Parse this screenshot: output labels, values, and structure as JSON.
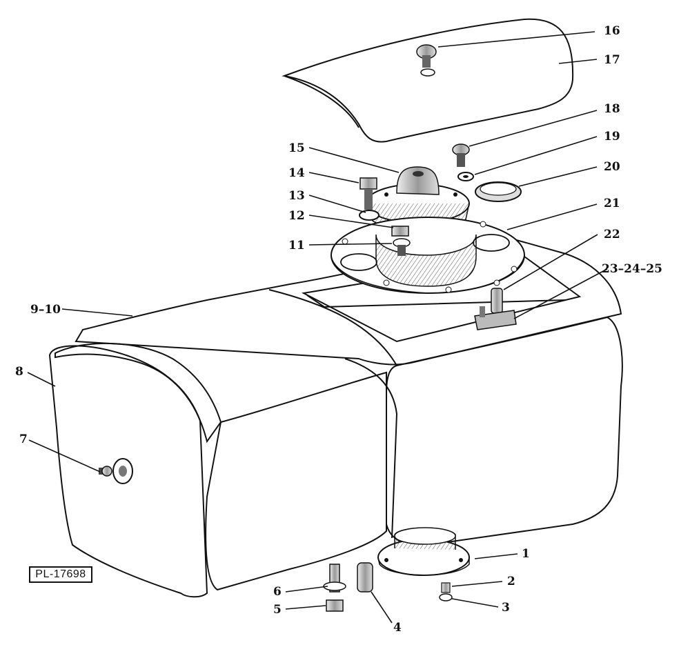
{
  "plate_code": "PL-17698",
  "callouts": {
    "c1": "1",
    "c2": "2",
    "c3": "3",
    "c4": "4",
    "c5": "5",
    "c6": "6",
    "c7": "7",
    "c8": "8",
    "c9_10": "9–10",
    "c11": "11",
    "c12": "12",
    "c13": "13",
    "c14": "14",
    "c15": "15",
    "c16": "16",
    "c17": "17",
    "c18": "18",
    "c19": "19",
    "c20": "20",
    "c21": "21",
    "c22": "22",
    "c23_24_25": "23–24–25"
  },
  "colors": {
    "ink": "#111111",
    "shade": "#555555",
    "paper": "#ffffff"
  }
}
